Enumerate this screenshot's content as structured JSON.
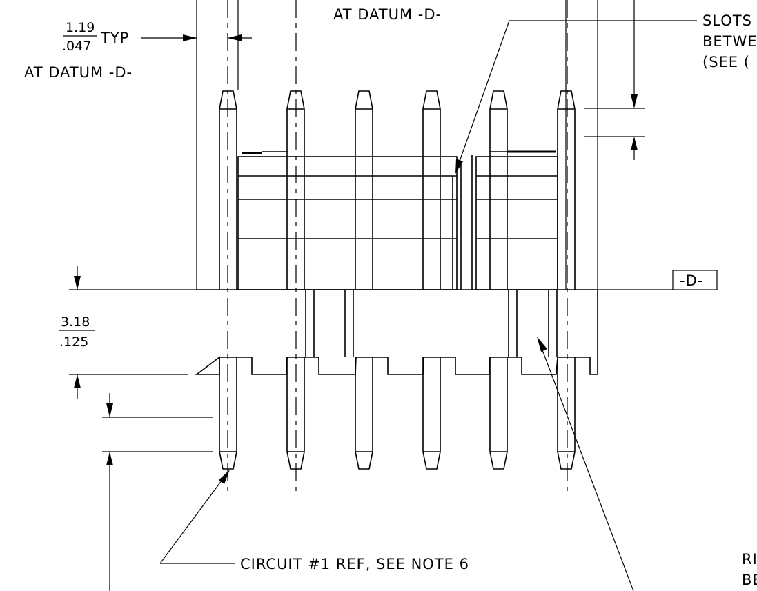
{
  "labels": {
    "datum_top": "AT DATUM -D-",
    "pitch_num": "1.19",
    "pitch_den": ".047",
    "pitch_typ": "TYP",
    "datum_left": "AT DATUM -D-",
    "slots_1": "SLOTS",
    "slots_2": "BETWE",
    "slots_3": "(SEE (",
    "datum_box": "-D-",
    "height_num": "3.18",
    "height_den": ".125",
    "circuit_ref": "CIRCUIT #1 REF, SEE NOTE 6",
    "bottom_right_1": "RI",
    "bottom_right_2": "BE"
  },
  "colors": {
    "ink": "#000000",
    "paper": "#ffffff"
  },
  "pin_count": 6
}
